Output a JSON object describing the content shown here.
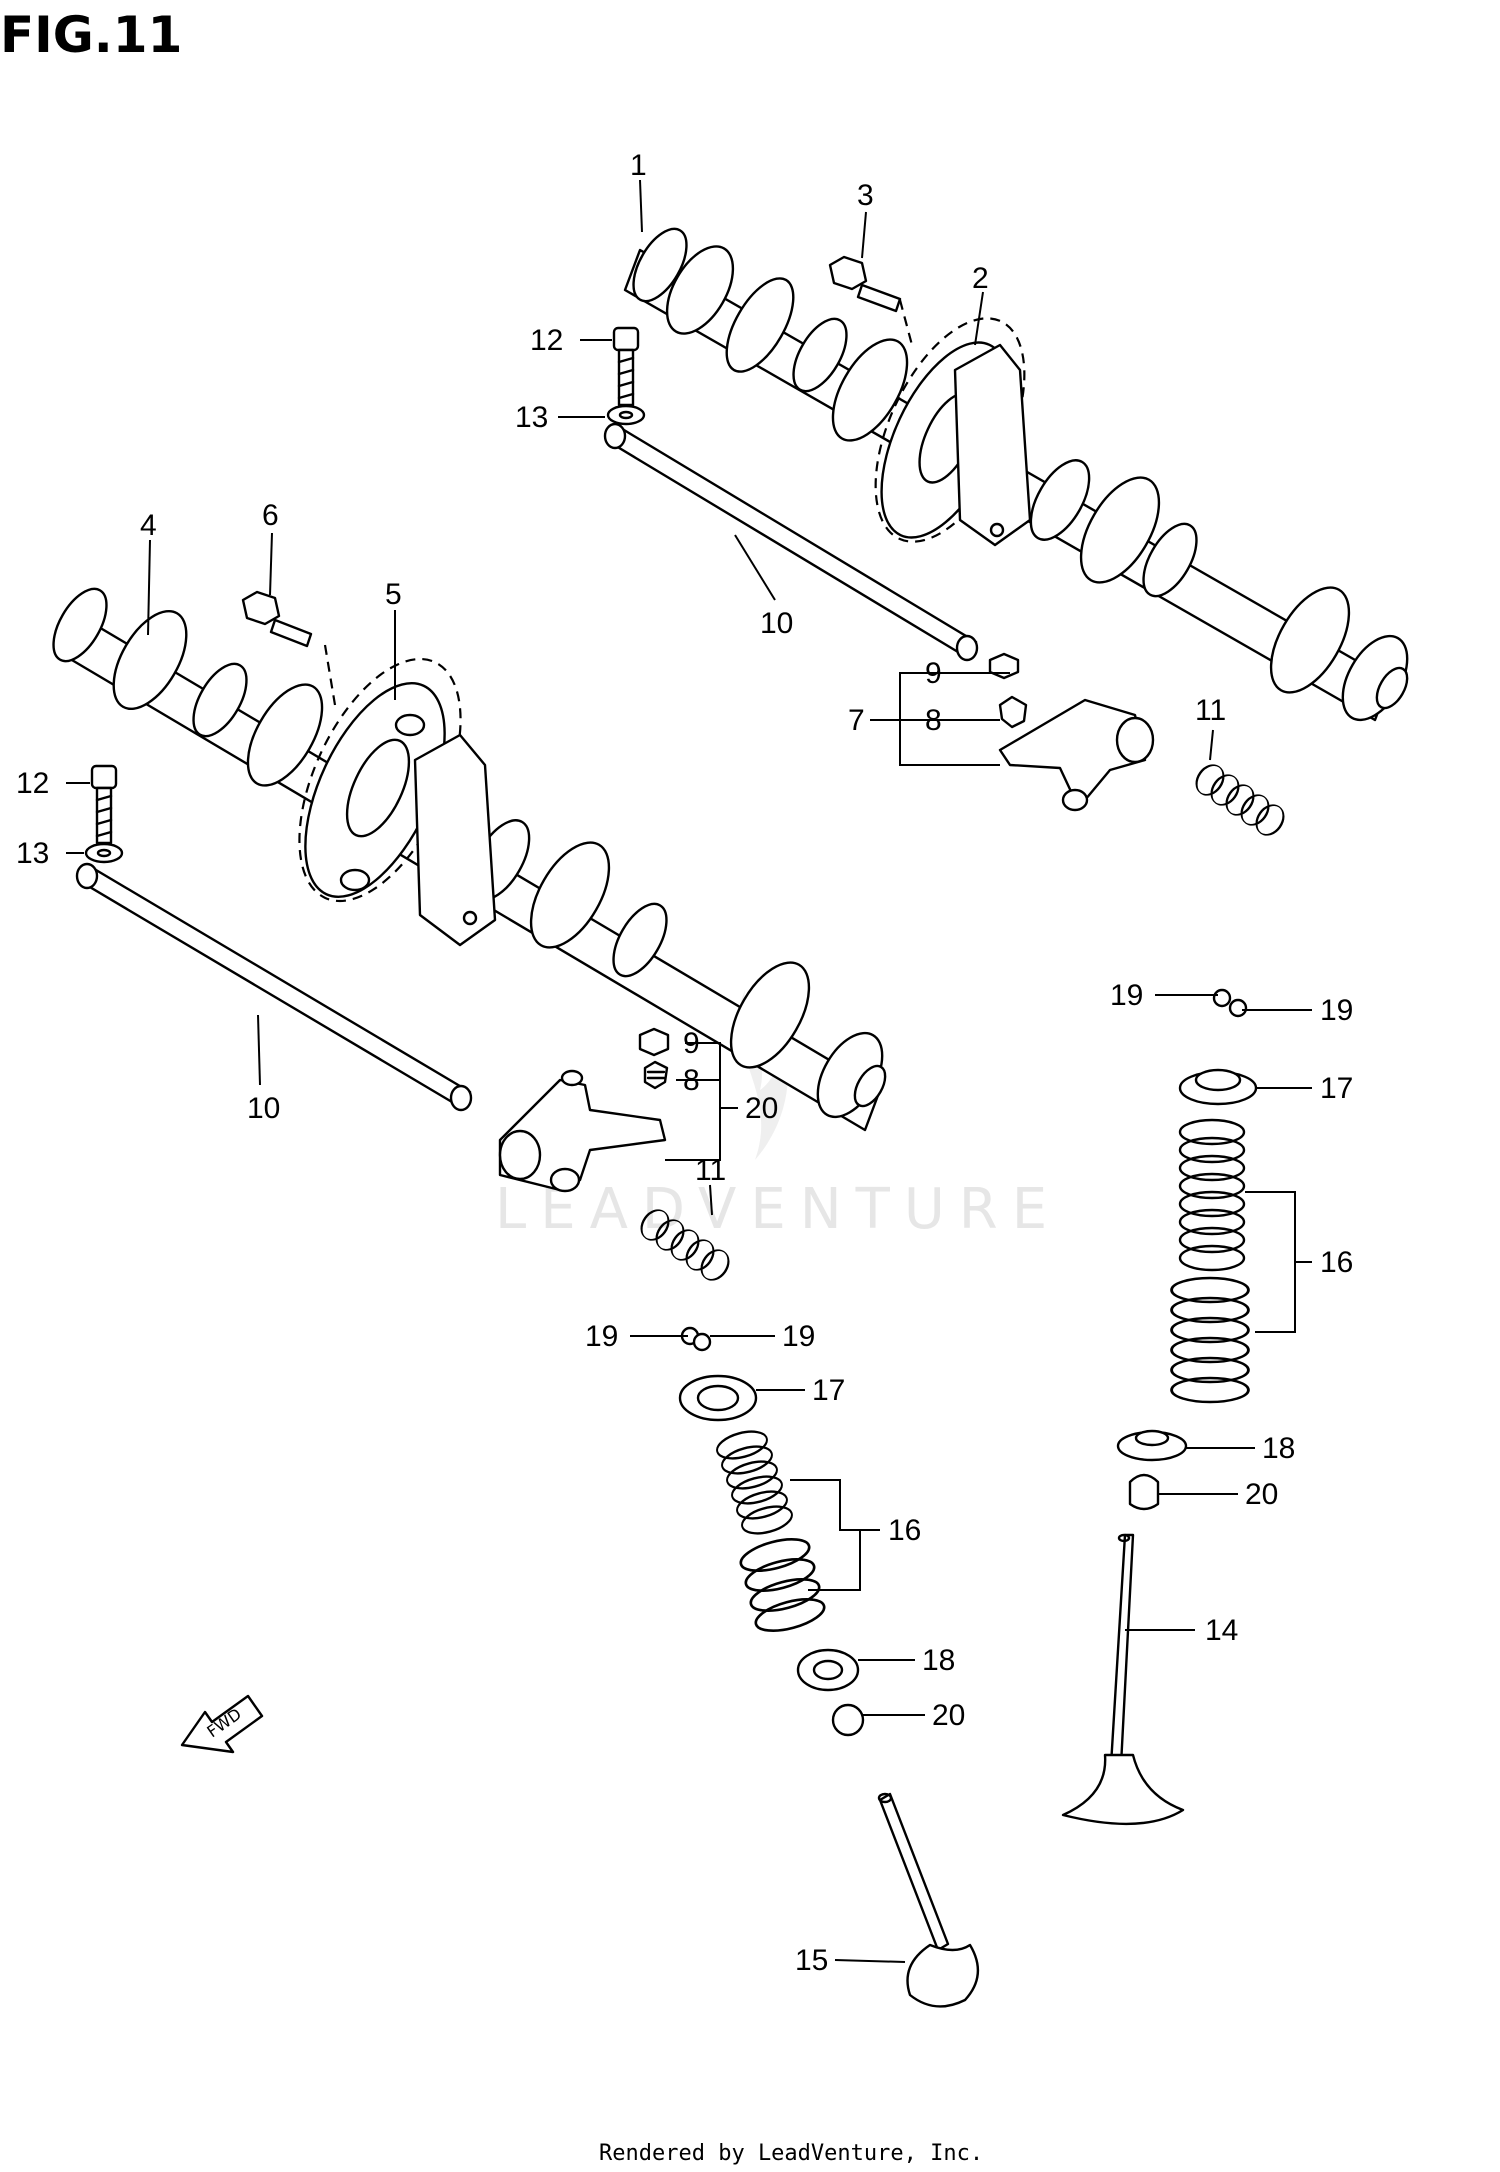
{
  "figure": {
    "title": "FIG.11",
    "footer": "Rendered by LeadVenture, Inc.",
    "watermark": "LEADVENTURE",
    "fwd_label": "FWD"
  },
  "callouts": {
    "c1": "1",
    "c2": "2",
    "c3": "3",
    "c4": "4",
    "c5": "5",
    "c6": "6",
    "c7": "7",
    "c8a": "8",
    "c8b": "8",
    "c9a": "9",
    "c9b": "9",
    "c10a": "10",
    "c10b": "10",
    "c11a": "11",
    "c11b": "11",
    "c12a": "12",
    "c12b": "12",
    "c13a": "13",
    "c13b": "13",
    "c14": "14",
    "c15": "15",
    "c16a": "16",
    "c16b": "16",
    "c17a": "17",
    "c17b": "17",
    "c18a": "18",
    "c18b": "18",
    "c19a": "19",
    "c19b": "19",
    "c19c": "19",
    "c19d": "19",
    "c20a": "20",
    "c20b": "20",
    "c20c": "20"
  }
}
